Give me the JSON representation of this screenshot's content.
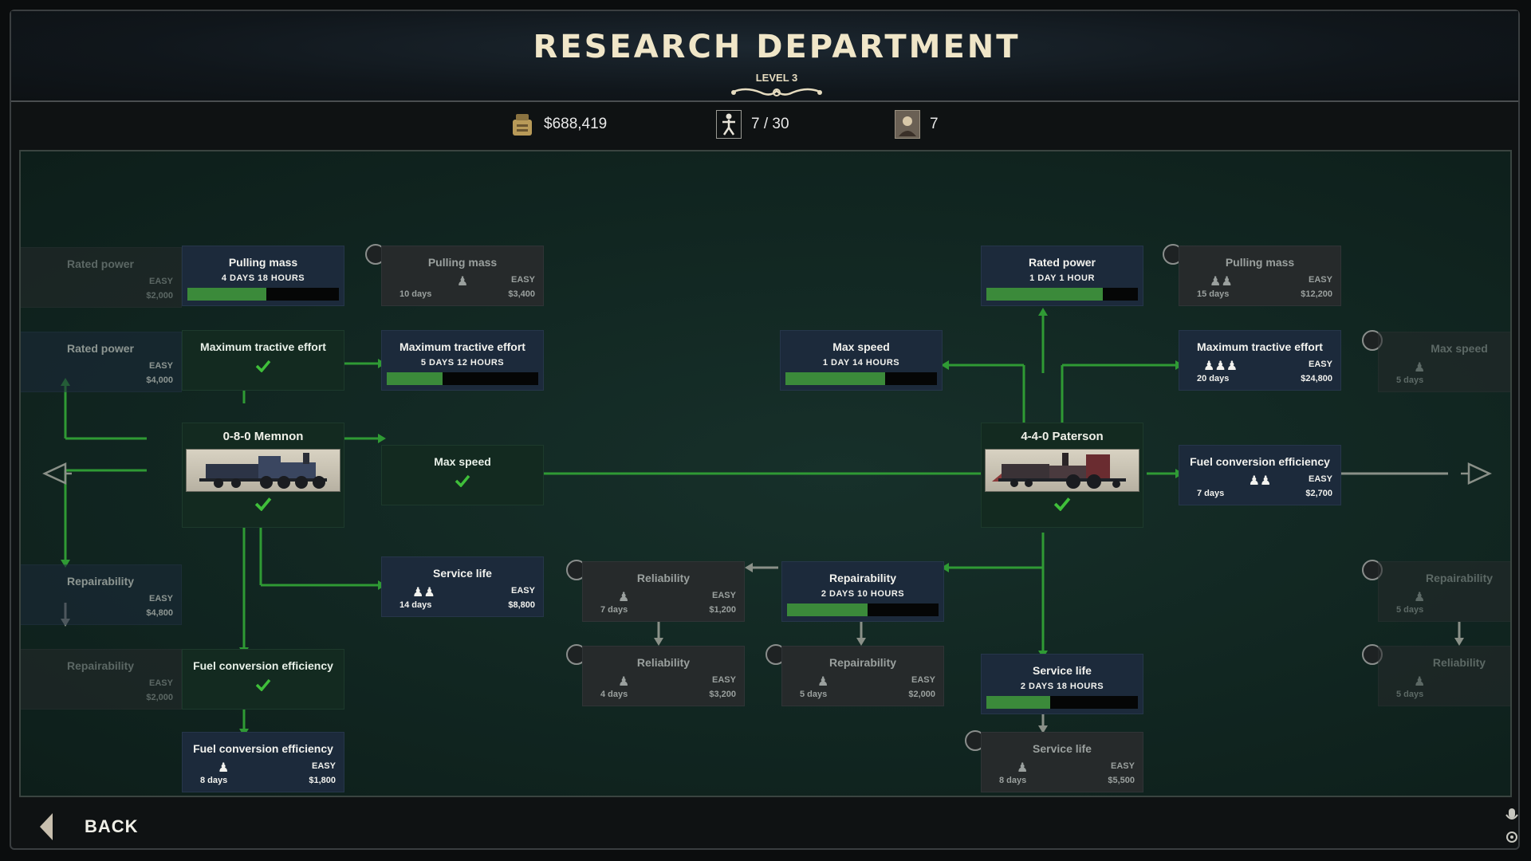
{
  "header": {
    "title": "RESEARCH DEPARTMENT",
    "level": "LEVEL 3"
  },
  "stats": {
    "money": "$688,419",
    "workers": "7 / 30",
    "scientists": "7"
  },
  "footer": {
    "back_label": "BACK"
  },
  "colors": {
    "accent_green": "#3b8a3a",
    "line_green": "#2f9a34",
    "active_blue": "#1c2a3b",
    "locked_gray": "#262a2b"
  },
  "locomotives": [
    {
      "name": "0-8-0 Memnon",
      "researched": true
    },
    {
      "name": "4-4-0 Paterson",
      "researched": true
    }
  ],
  "nodes": {
    "rated_power_far_left_top": {
      "name": "Rated power",
      "difficulty": "EASY",
      "cost": "$2,000"
    },
    "rated_power_left": {
      "name": "Rated power",
      "difficulty": "EASY",
      "cost": "$4,000"
    },
    "pulling_mass_memnon": {
      "name": "Pulling mass",
      "time": "4 DAYS 18 HOURS",
      "progress": 0.52
    },
    "pulling_mass_locked": {
      "name": "Pulling mass",
      "difficulty": "EASY",
      "days": "10 days",
      "cost": "$3,400"
    },
    "max_tractive_done": {
      "name": "Maximum tractive effort"
    },
    "max_tractive_memnon": {
      "name": "Maximum tractive effort",
      "time": "5 DAYS 12 HOURS",
      "progress": 0.37
    },
    "max_speed_done": {
      "name": "Max speed"
    },
    "repairability_far_left": {
      "name": "Repairability",
      "difficulty": "EASY",
      "cost": "$4,800"
    },
    "repairability_far_left_b": {
      "name": "Repairability",
      "difficulty": "EASY",
      "cost": "$2,000"
    },
    "service_life_memnon": {
      "name": "Service life",
      "difficulty": "EASY",
      "days": "14 days",
      "cost": "$8,800"
    },
    "fuel_conv_done": {
      "name": "Fuel conversion efficiency"
    },
    "fuel_conv_memnon": {
      "name": "Fuel conversion efficiency",
      "difficulty": "EASY",
      "days": "8 days",
      "cost": "$1,800"
    },
    "reliability_a": {
      "name": "Reliability",
      "difficulty": "EASY",
      "days": "7 days",
      "cost": "$1,200"
    },
    "reliability_b": {
      "name": "Reliability",
      "difficulty": "EASY",
      "days": "4 days",
      "cost": "$3,200"
    },
    "max_speed_paterson": {
      "name": "Max speed",
      "time": "1 DAY 14 HOURS",
      "progress": 0.66
    },
    "repairability_paterson": {
      "name": "Repairability",
      "time": "2 DAYS 10 HOURS",
      "progress": 0.53
    },
    "repairability_locked": {
      "name": "Repairability",
      "difficulty": "EASY",
      "days": "5 days",
      "cost": "$2,000"
    },
    "rated_power_paterson": {
      "name": "Rated power",
      "time": "1 DAY 1 HOUR",
      "progress": 0.77
    },
    "service_life_paterson": {
      "name": "Service life",
      "time": "2 DAYS 18 HOURS",
      "progress": 0.42
    },
    "service_life_locked": {
      "name": "Service life",
      "difficulty": "EASY",
      "days": "8 days",
      "cost": "$5,500"
    },
    "pulling_mass_paterson_locked": {
      "name": "Pulling mass",
      "difficulty": "EASY",
      "days": "15 days",
      "cost": "$12,200"
    },
    "max_tractive_paterson": {
      "name": "Maximum tractive effort",
      "difficulty": "EASY",
      "days": "20 days",
      "cost": "$24,800"
    },
    "fuel_conv_paterson": {
      "name": "Fuel conversion efficiency",
      "difficulty": "EASY",
      "days": "7 days",
      "cost": "$2,700"
    },
    "max_speed_far_right": {
      "name": "Max speed",
      "days": "5 days"
    },
    "repairability_far_right": {
      "name": "Repairability",
      "days": "5 days"
    },
    "reliability_far_right": {
      "name": "Reliability",
      "days": "5 days"
    }
  }
}
